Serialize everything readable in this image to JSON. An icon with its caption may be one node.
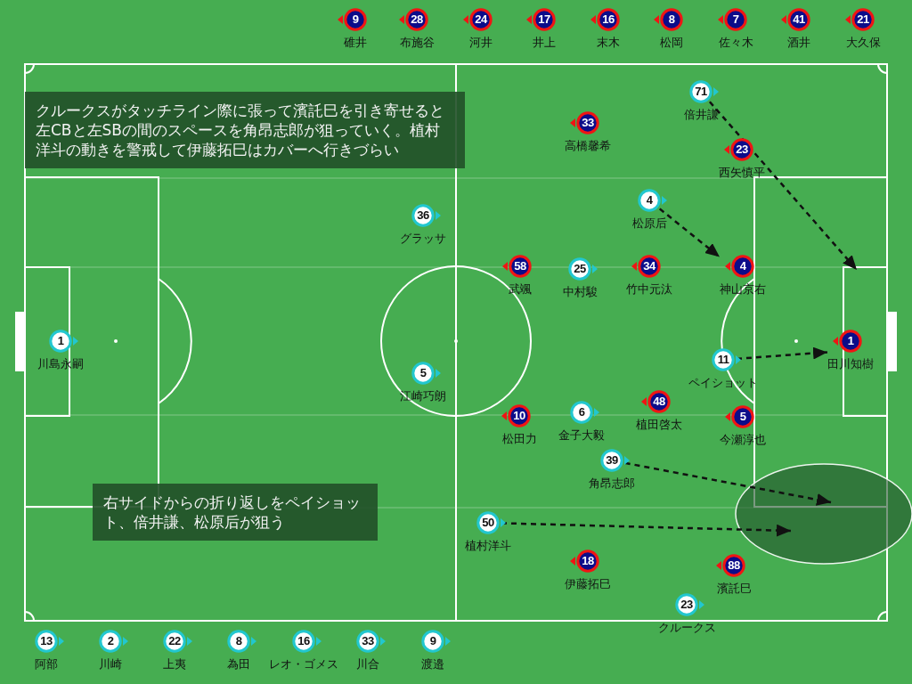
{
  "diagram": {
    "nodes": [
      {
        "text": [
          "9",
          "碓井"
        ]
      },
      {
        "text": [
          "28",
          "布施谷"
        ]
      },
      {
        "text": [
          "24",
          "河井"
        ]
      },
      {
        "text": [
          "17",
          "井上"
        ]
      },
      {
        "text": [
          "16",
          "末木"
        ]
      },
      {
        "text": [
          "8",
          "松岡"
        ]
      },
      {
        "text": [
          "7",
          "佐々木"
        ]
      },
      {
        "text": [
          "41",
          "酒井"
        ]
      },
      {
        "text": [
          "21",
          "大久保"
        ]
      },
      {
        "text": [
          "71",
          "倍井謙"
        ]
      },
      {
        "text": [
          "33",
          "高橋馨希"
        ]
      },
      {
        "text": [
          "23",
          "西矢慎平"
        ]
      },
      {
        "text": [
          "4",
          "松原后"
        ]
      },
      {
        "text": [
          "36",
          "グラッサ"
        ]
      },
      {
        "text": [
          "58",
          "武颯"
        ]
      },
      {
        "text": [
          "25",
          "中村駿"
        ]
      },
      {
        "text": [
          "34",
          "竹中元汰"
        ]
      },
      {
        "text": [
          "4",
          "神山京右"
        ]
      },
      {
        "text": [
          "1",
          "川島永嗣"
        ]
      },
      {
        "text": [
          "1",
          "田川知樹"
        ]
      },
      {
        "text": [
          "11",
          "ペイショット"
        ]
      },
      {
        "text": [
          "5",
          "江崎巧朗"
        ]
      },
      {
        "text": [
          "10",
          "松田力"
        ]
      },
      {
        "text": [
          "6",
          "金子大毅"
        ]
      },
      {
        "text": [
          "48",
          "植田啓太"
        ]
      },
      {
        "text": [
          "5",
          "今瀬淳也"
        ]
      },
      {
        "text": [
          "39",
          "角昂志郎"
        ]
      },
      {
        "text": [],
        "shape": "ellipse"
      },
      {
        "text": [
          "50",
          "植村洋斗"
        ]
      },
      {
        "text": [
          "18",
          "伊藤拓巳"
        ]
      },
      {
        "text": [
          "88",
          "濱託巳"
        ]
      },
      {
        "text": [
          "23",
          "クルークス"
        ]
      },
      {
        "text": [
          "13",
          "阿部"
        ]
      },
      {
        "text": [
          "2",
          "川崎"
        ]
      },
      {
        "text": [
          "22",
          "上夷"
        ]
      },
      {
        "text": [
          "8",
          "為田"
        ]
      },
      {
        "text": [
          "16",
          "レオ・ゴメス"
        ]
      },
      {
        "text": [
          "33",
          "川合"
        ]
      },
      {
        "text": [
          "9",
          "渡邉"
        ]
      }
    ],
    "edges": [
      {
        "from": 9,
        "to": null,
        "arrow": "to",
        "style": "dashed"
      },
      {
        "from": 12,
        "to": 17,
        "arrow": "to",
        "style": "dashed"
      },
      {
        "from": 20,
        "to": 19,
        "arrow": "to",
        "style": "dashed"
      },
      {
        "from": 26,
        "to": 27,
        "arrow": "to",
        "style": "dashed"
      },
      {
        "from": 28,
        "to": 27,
        "arrow": "to",
        "style": "dashed"
      }
    ],
    "labels": [
      "クルークスがタッチライン際に張って濱託巳を引き寄せると左CBと左SBの間のスペースを角昂志郎が狙っていく。植村洋斗の動きを警戒して伊藤拓巳はカバーへ行きづらい",
      "右サイドからの折り返しをペイショット、倍井謙、松原后が狙う"
    ]
  }
}
